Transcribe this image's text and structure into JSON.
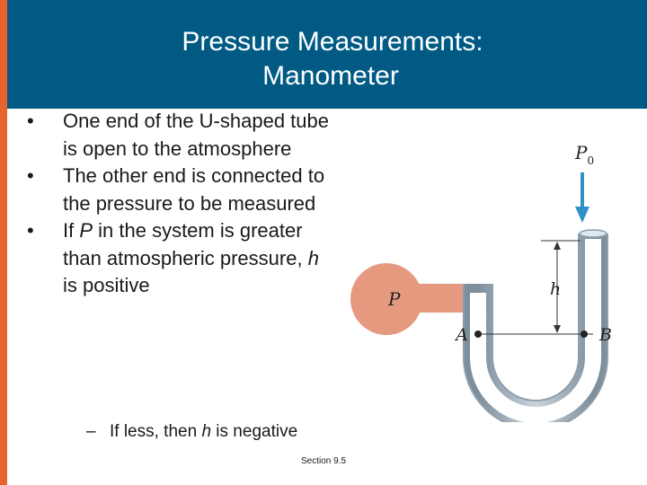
{
  "slide": {
    "title_line1": "Pressure Measurements:",
    "title_line2": "Manometer",
    "bullets": [
      {
        "text": "One end of the U-shaped tube is open to the atmosphere"
      },
      {
        "text": "The other end is connected to the pressure to be measured"
      },
      {
        "pre": "If ",
        "var": "P",
        "mid": " in the system is greater than atmospheric pressure, ",
        "var2": "h",
        "post": " is positive"
      }
    ],
    "sub_bullet": {
      "pre": "If less, then ",
      "var": "h",
      "post": " is negative",
      "dash": "–"
    },
    "footer": "Section 9.5"
  },
  "diagram": {
    "labels": {
      "p0_main": "P",
      "p0_sub": "0",
      "h": "h",
      "p": "P",
      "a": "A",
      "b": "B"
    },
    "colors": {
      "header": "#005a84",
      "accent_stripe": "#e8622c",
      "bulb_fill": "#e59a80",
      "tube_outer": "#9aa9b6",
      "tube_inner": "#ffffff",
      "arrow": "#2f8fc6"
    }
  }
}
